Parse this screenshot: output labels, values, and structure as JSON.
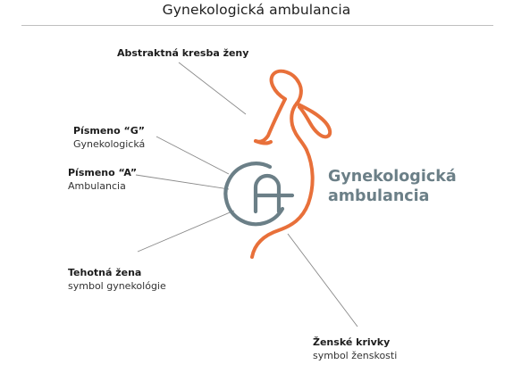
{
  "title": "Gynekologická ambulancia",
  "callouts": {
    "abstract_woman": {
      "title": "Abstraktná kresba ženy"
    },
    "letter_g": {
      "title": "Písmeno “G”",
      "subtitle": "Gynekologická"
    },
    "letter_a": {
      "title": "Písmeno “A”",
      "subtitle": "Ambulancia"
    },
    "pregnant_woman": {
      "title": "Tehotná žena",
      "subtitle": "symbol gynekológie"
    },
    "female_curves": {
      "title": "Ženské krivky",
      "subtitle": "symbol ženskosti"
    }
  },
  "brand": {
    "line1": "Gynekologická",
    "line2": "ambulancia"
  },
  "colors": {
    "figure_orange": "#e8703a",
    "mark_gray": "#6b7f87",
    "leader_line": "#8a8a8a",
    "rule": "#bfbfbf"
  }
}
